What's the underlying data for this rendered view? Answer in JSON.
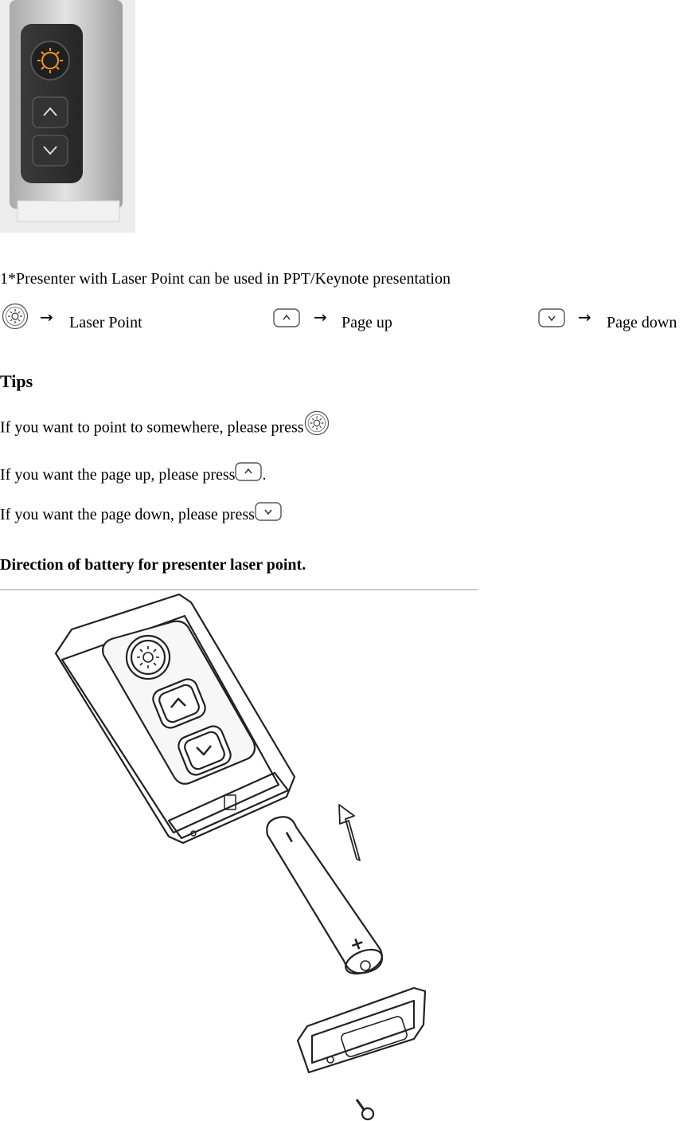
{
  "intro": {
    "description": "1*Presenter with Laser Point can be used in PPT/Keynote presentation"
  },
  "legend": [
    {
      "icon": "laser-button-icon",
      "arrow": "→",
      "label": "Laser Point"
    },
    {
      "icon": "page-up-button-icon",
      "arrow": "→",
      "label": "Page up"
    },
    {
      "icon": "page-down-button-icon",
      "arrow": "→",
      "label": "Page down"
    }
  ],
  "tips": {
    "title": "Tips",
    "items": [
      {
        "text": "If you want to point to somewhere, please press",
        "suffix": ""
      },
      {
        "text": "If you want the page up, please press",
        "suffix": "."
      },
      {
        "text": "If you want the page down, please press",
        "suffix": ""
      }
    ]
  },
  "battery": {
    "title": "Direction of battery for presenter laser point.",
    "minus_label": "−",
    "plus_label": "+"
  },
  "colors": {
    "laser_glow": "#f29a1f",
    "device_silver": "#c8c8c8",
    "device_panel": "#2e2e2e",
    "divider": "#c9c9c9"
  }
}
